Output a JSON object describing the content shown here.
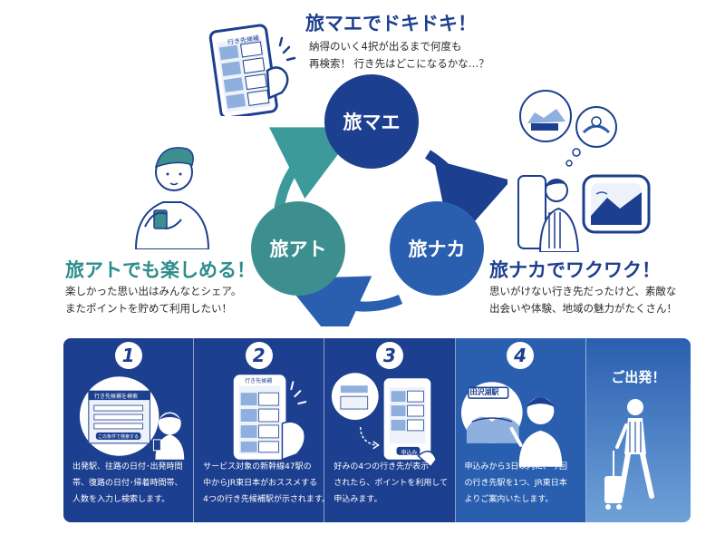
{
  "colors": {
    "navy": "#1d3f8f",
    "blue": "#2a5fb0",
    "teal": "#2d8c8c",
    "light_blue": "#6fa1d8"
  },
  "tabimae": {
    "heading": "旅マエでドキドキ！",
    "desc_lines": [
      "納得のいく4択が出るまで何度も",
      "再検索！ 行き先はどこになるかな…？"
    ]
  },
  "tabinaka": {
    "heading": "旅ナカでワクワク！",
    "desc_lines": [
      "思いがけない行き先だったけど、素敵な",
      "出会いや体験、地域の魅力がたくさん！"
    ]
  },
  "tabiato": {
    "heading": "旅アトでも楽しめる！",
    "desc_lines": [
      "楽しかった思い出はみんなとシェア。",
      "またポイントを貯めて利用したい！"
    ]
  },
  "cycle": {
    "mae": "旅マエ",
    "naka": "旅ナカ",
    "ato": "旅アト"
  },
  "phone_title": "行き先候補",
  "steps": [
    {
      "num": "1",
      "lines": [
        "出発駅、往路の日付･出発時間",
        "帯、復路の日付･帰着時間帯、",
        "人数を入力し検索します。"
      ],
      "form_title": "行き先候補を検索",
      "form_button": "この条件で検索する"
    },
    {
      "num": "2",
      "lines": [
        "サービス対象の新幹線47駅の",
        "中からJR東日本がおススメする",
        "4つの行き先候補駅が示されます。"
      ],
      "phone_title": "行き先候補"
    },
    {
      "num": "3",
      "lines": [
        "好みの4つの行き先が表示",
        "されたら、ポイントを利用して",
        "申込みます。"
      ],
      "apply_label": "申込み"
    },
    {
      "num": "4",
      "lines": [
        "申込みから3日以内に、今回",
        "の行き先駅を1つ、JR東日本",
        "よりご案内いたします。"
      ],
      "station_sign": "田沢湖駅"
    },
    {
      "num": "",
      "lines": [],
      "go_label": "ご出発！"
    }
  ]
}
